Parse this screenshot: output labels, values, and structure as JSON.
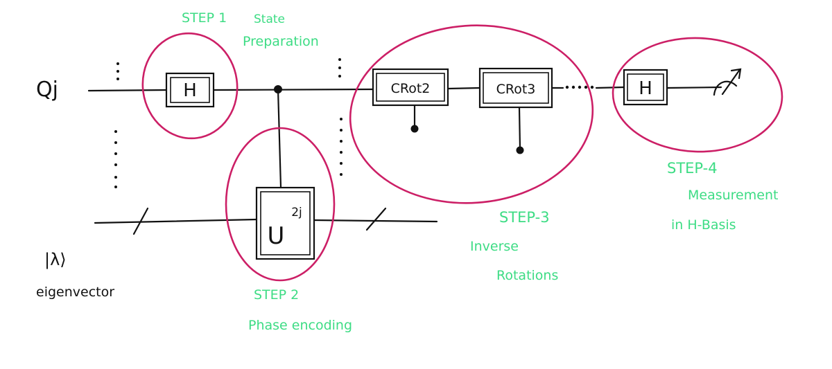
{
  "qubit_label": "Qj",
  "eigen_ket": "|λ⟩",
  "eigen_caption": "eigenvector",
  "gates": {
    "h1": "H",
    "crot2": "CRot2",
    "crot3": "CRot3",
    "h2": "H",
    "u": "U",
    "u_power": "2j"
  },
  "steps": {
    "s1_title": "STEP 1",
    "s1_line1": "State",
    "s1_line2": "Preparation",
    "s2_title": "STEP 2",
    "s2_desc": "Phase encoding",
    "s3_title": "STEP-3",
    "s3_line1": "Inverse",
    "s3_line2": "Rotations",
    "s4_title": "STEP-4",
    "s4_line1": "Measurement",
    "s4_line2": "in H-Basis"
  },
  "colors": {
    "ink": "#111111",
    "circle": "#cc1f66",
    "label": "#3ddc84"
  }
}
